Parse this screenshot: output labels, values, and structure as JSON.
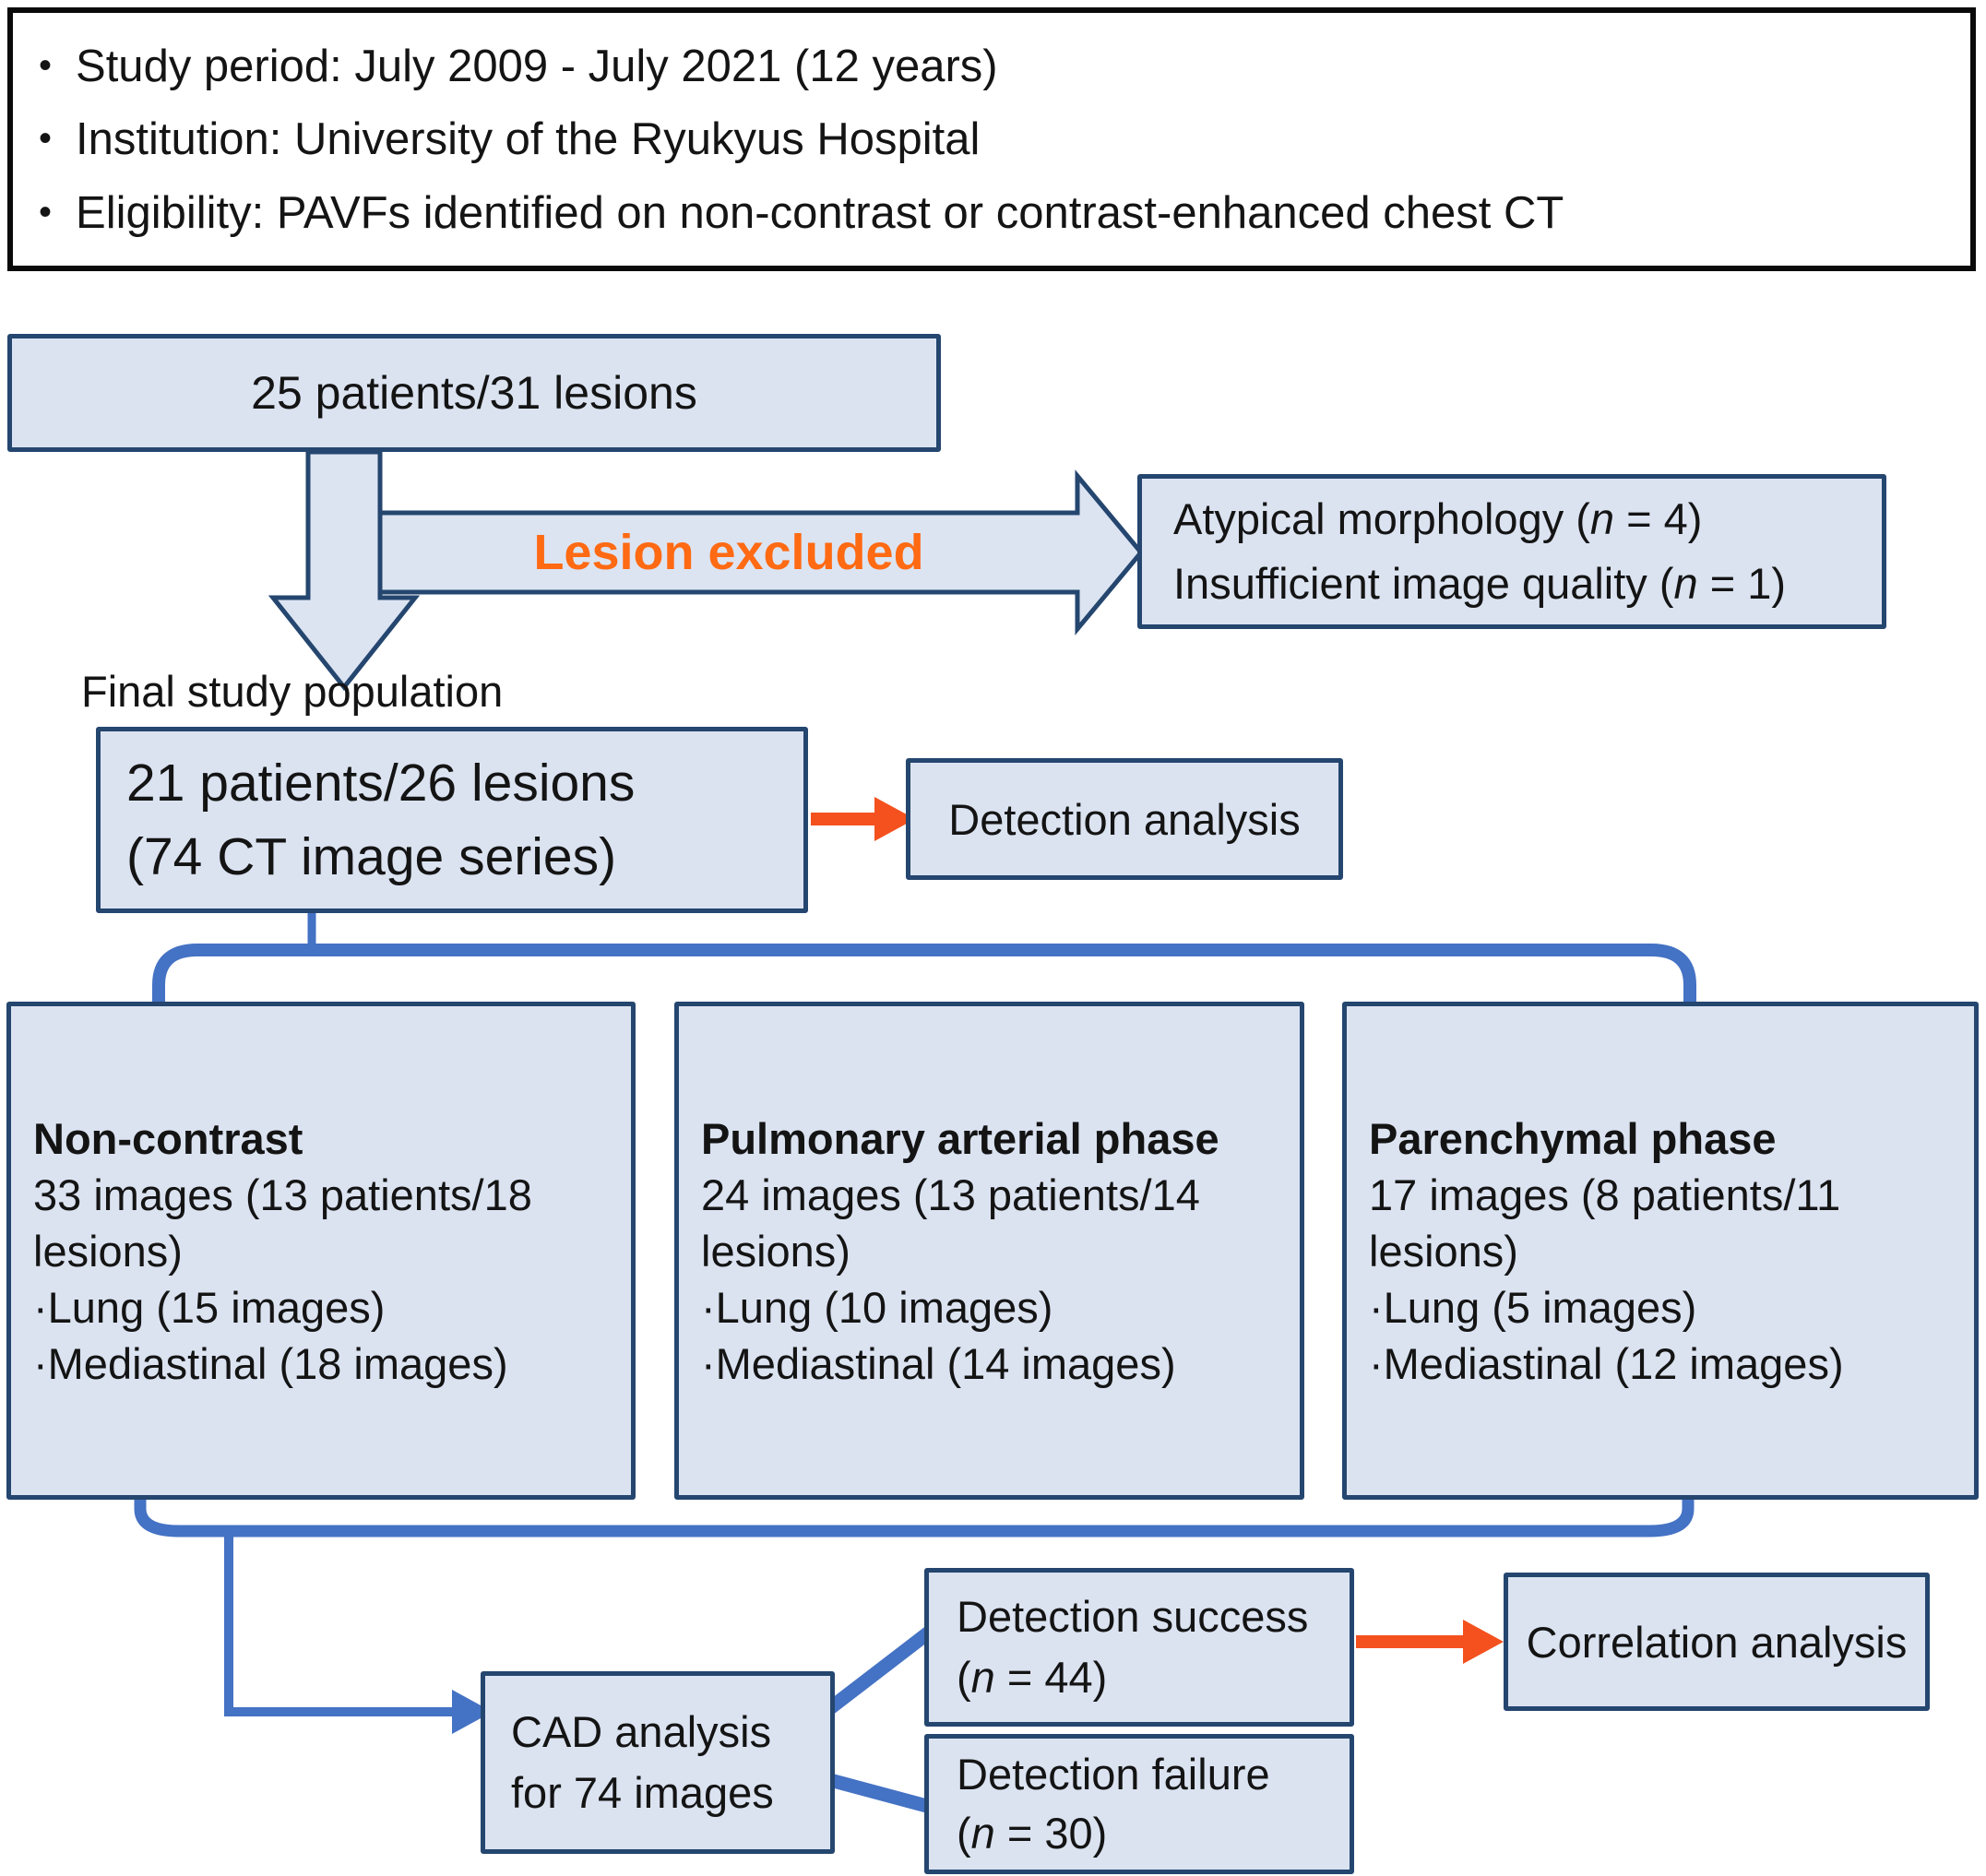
{
  "colors": {
    "box_fill": "#dbe3f1",
    "box_border": "#24466f",
    "connector_blue": "#4472c4",
    "arrow_orange": "#f4511e",
    "excluded_text_orange": "#ff6a13",
    "info_border_black": "#0a0a0a"
  },
  "italic_n": "n",
  "info": {
    "bullet": "•",
    "items": [
      "Study period: July 2009 - July 2021 (12 years)",
      "Institution: University of the Ryukyus Hospital",
      "Eligibility: PAVFs identified on non-contrast or contrast-enhanced chest CT"
    ]
  },
  "initial_box": {
    "label": "25 patients/31 lesions"
  },
  "exclusion_arrow": {
    "label": "Lesion excluded"
  },
  "exclusion_box": {
    "line1_pre": "Atypical morphology (",
    "line1_post": " = 4)",
    "line2_pre": "Insufficient image quality (",
    "line2_post": " = 1)"
  },
  "final_label": "Final study population",
  "population_box": {
    "line1": "21 patients/26 lesions",
    "line2": "(74 CT image series)"
  },
  "detection_box": {
    "label": "Detection analysis"
  },
  "phases": [
    {
      "title": "Non-contrast",
      "line": "33 images (13 patients/18 lesions)",
      "bullet1": "·Lung (15 images)",
      "bullet2": "·Mediastinal (18 images)"
    },
    {
      "title": "Pulmonary arterial phase",
      "line": "24 images (13 patients/14 lesions)",
      "bullet1": "·Lung (10 images)",
      "bullet2": "·Mediastinal (14 images)"
    },
    {
      "title": "Parenchymal phase",
      "line": "17 images (8 patients/11 lesions)",
      "bullet1": "·Lung (5 images)",
      "bullet2": "·Mediastinal (12 images)"
    }
  ],
  "cad_box": {
    "line1": "CAD analysis",
    "line2": "for 74 images"
  },
  "success_box": {
    "line1": "Detection success",
    "line2_pre": "(",
    "line2_post": " = 44)"
  },
  "failure_box": {
    "line1": "Detection failure",
    "line2_pre": "(",
    "line2_post": " = 30)"
  },
  "correlation_box": {
    "label": "Correlation analysis"
  }
}
